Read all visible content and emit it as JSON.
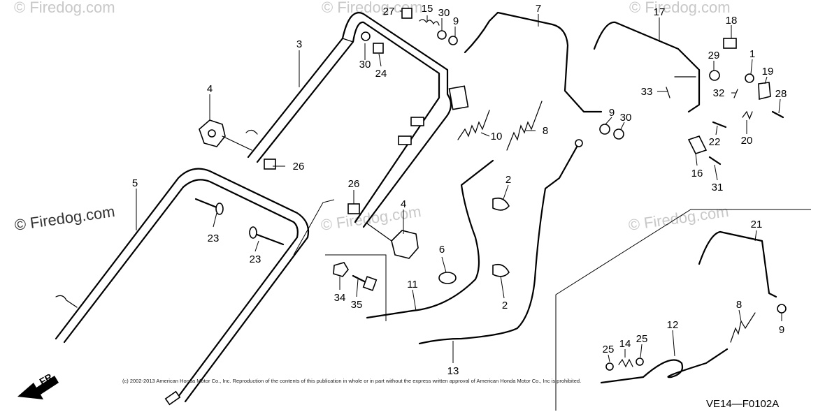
{
  "watermarks": {
    "main": "© Firedog.com",
    "faint": "© Firedog.com"
  },
  "copyright": "(c) 2002-2013 American Honda Motor Co., Inc. Reproduction of the contents of this publication in whole or in part without the express written approval of American Honda Motor Co., Inc is prohibited.",
  "figure_code": "VE14—F0102A",
  "direction_label": "FR.",
  "callouts": {
    "c1": "1",
    "c2a": "2",
    "c2b": "2",
    "c3": "3",
    "c4a": "4",
    "c4b": "4",
    "c5": "5",
    "c6": "6",
    "c7": "7",
    "c8a": "8",
    "c8b": "8",
    "c9a": "9",
    "c9b": "9",
    "c9c": "9",
    "c10": "10",
    "c11": "11",
    "c12": "12",
    "c13": "13",
    "c14": "14",
    "c15": "15",
    "c16": "16",
    "c17": "17",
    "c18": "18",
    "c19": "19",
    "c20": "20",
    "c21": "21",
    "c22": "22",
    "c23a": "23",
    "c23b": "23",
    "c24": "24",
    "c25a": "25",
    "c25b": "25",
    "c26a": "26",
    "c26b": "26",
    "c27": "27",
    "c28": "28",
    "c29": "29",
    "c30a": "30",
    "c30b": "30",
    "c30c": "30",
    "c31": "31",
    "c32": "32",
    "c33": "33",
    "c34": "34",
    "c35": "35"
  }
}
